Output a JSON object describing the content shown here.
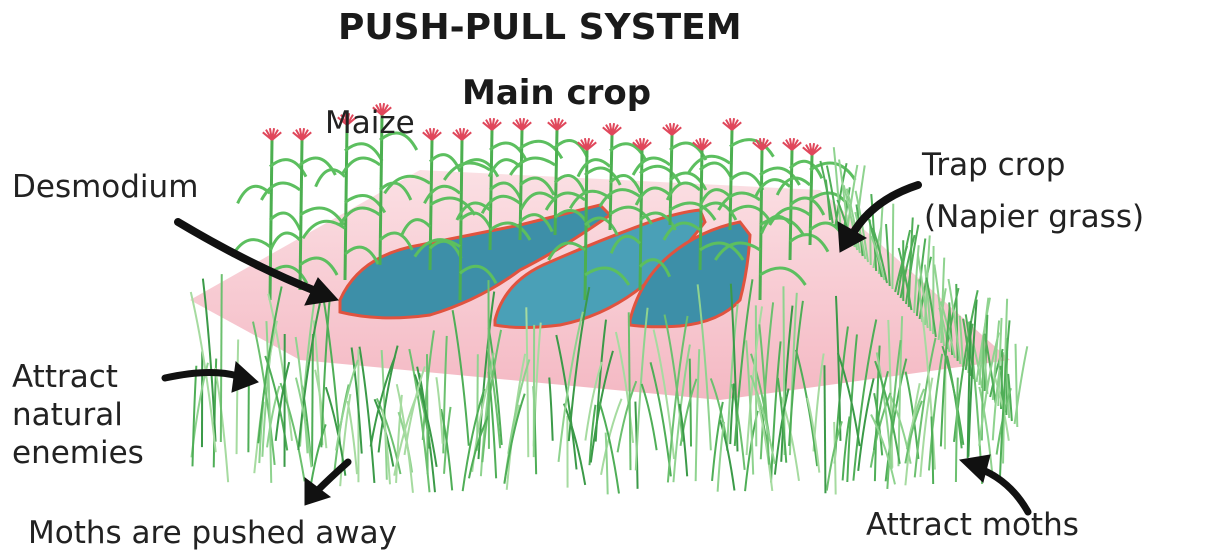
{
  "title": "PUSH-PULL SYSTEM",
  "subtitle": "Main crop",
  "labels": {
    "maize": "Maize",
    "desmodium": "Desmodium",
    "trap_crop_line1": "Trap crop",
    "trap_crop_line2": "(Napier grass)",
    "attract_natural_enemies": "Attract\nnatural\nenemies",
    "moths_pushed_away": "Moths are pushed away",
    "attract_moths": "Attract moths"
  },
  "colors": {
    "field": "#f6c6cf",
    "desmodium": "#3d8fa8",
    "maize": "#4caf50",
    "napier": "#5dbb63",
    "flower": "#e0475b",
    "soil_edge": "#e0533f",
    "arrow": "#111111"
  }
}
